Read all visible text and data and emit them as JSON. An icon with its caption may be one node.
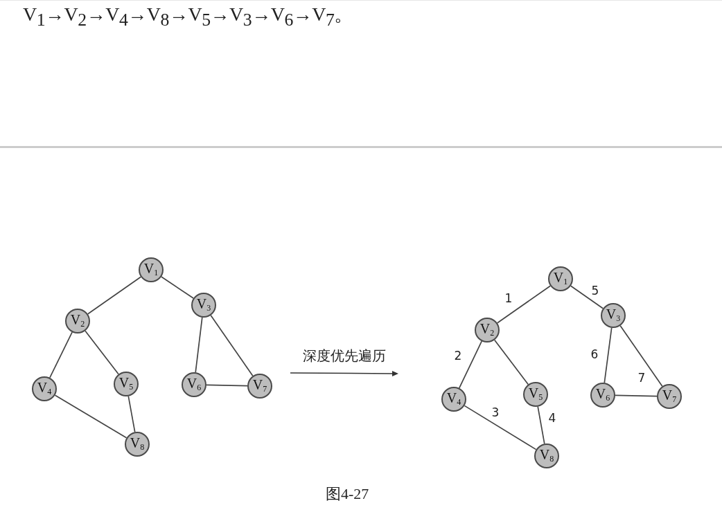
{
  "diagram": {
    "caption": "图4-27",
    "nodes": [
      {
        "text": [
          "V$_{1}$"
        ]
      },
      {
        "text": [
          "V$_{2}$"
        ]
      },
      {
        "text": [
          "V$_{3}$"
        ]
      },
      {
        "text": [
          "V$_{4}$"
        ]
      },
      {
        "text": [
          "V$_{5}$"
        ]
      },
      {
        "text": [
          "V$_{6}$"
        ]
      },
      {
        "text": [
          "V$_{7}$"
        ]
      },
      {
        "text": [
          "V$_{8}$"
        ]
      },
      {
        "text": [
          "V$_{1}$"
        ]
      },
      {
        "text": [
          "V$_{2}$"
        ]
      },
      {
        "text": [
          "V$_{3}$"
        ]
      },
      {
        "text": [
          "V$_{4}$"
        ]
      },
      {
        "text": [
          "V$_{5}$"
        ]
      },
      {
        "text": [
          "V$_{6}$"
        ]
      },
      {
        "text": [
          "V$_{7}$"
        ]
      },
      {
        "text": [
          "V$_{8}$"
        ]
      }
    ],
    "edges": [
      {
        "from": 0,
        "to": 1,
        "arrow": "none"
      },
      {
        "from": 0,
        "to": 2,
        "arrow": "none"
      },
      {
        "from": 1,
        "to": 3,
        "arrow": "none"
      },
      {
        "from": 1,
        "to": 4,
        "arrow": "none"
      },
      {
        "from": 3,
        "to": 7,
        "arrow": "none"
      },
      {
        "from": 4,
        "to": 7,
        "arrow": "none"
      },
      {
        "from": 2,
        "to": 5,
        "arrow": "none"
      },
      {
        "from": 2,
        "to": 6,
        "arrow": "none"
      },
      {
        "from": 5,
        "to": 6,
        "arrow": "none"
      },
      {
        "from": 8,
        "to": 9,
        "arrow": "none",
        "label": "1"
      },
      {
        "from": 8,
        "to": 10,
        "arrow": "none",
        "label": "5"
      },
      {
        "from": 9,
        "to": 11,
        "arrow": "none",
        "label": "2"
      },
      {
        "from": 9,
        "to": 12,
        "arrow": "none"
      },
      {
        "from": 11,
        "to": 15,
        "arrow": "none",
        "label": "3"
      },
      {
        "from": 12,
        "to": 15,
        "arrow": "none",
        "label": "4"
      },
      {
        "from": 10,
        "to": 13,
        "arrow": "none",
        "label": "6"
      },
      {
        "from": 10,
        "to": 14,
        "arrow": "none"
      },
      {
        "from": 13,
        "to": 14,
        "arrow": "none",
        "label": "7"
      }
    ],
    "labels": [
      "V$_{1}$→V$_{2}$→V$_{4}$→V$_{8}$→V$_{5}$→V$_{3}$→V$_{6}$→V$_{7}$。",
      "深度优先遍历"
    ]
  }
}
